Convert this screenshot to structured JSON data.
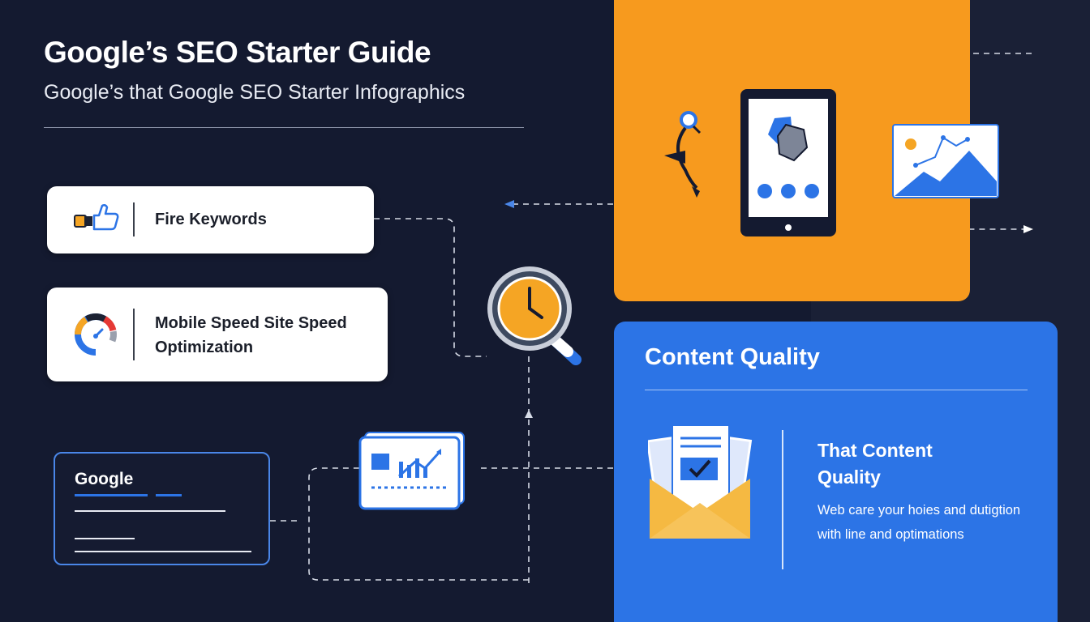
{
  "header": {
    "title": "Google’s SEO Starter Guide",
    "subtitle": "Google’s that Google SEO Starter Infographics"
  },
  "cards": {
    "keywords": {
      "label": "Fire Keywords",
      "icon": "thumbs-up-icon"
    },
    "speed": {
      "label_line1": "Mobile Speed Site Speed",
      "label_line2": "Optimization",
      "icon": "speed-gauge-icon"
    }
  },
  "search_card": {
    "label": "Google"
  },
  "content_quality": {
    "title": "Content Quality",
    "subtitle_line1": "That Content",
    "subtitle_line2": "Quality",
    "body_line1": "Web care your hoies and dutigtion",
    "body_line2": "with line and optimations"
  },
  "colors": {
    "background": "#141a30",
    "orange": "#f79a1e",
    "blue": "#2c74e6",
    "white": "#ffffff"
  }
}
